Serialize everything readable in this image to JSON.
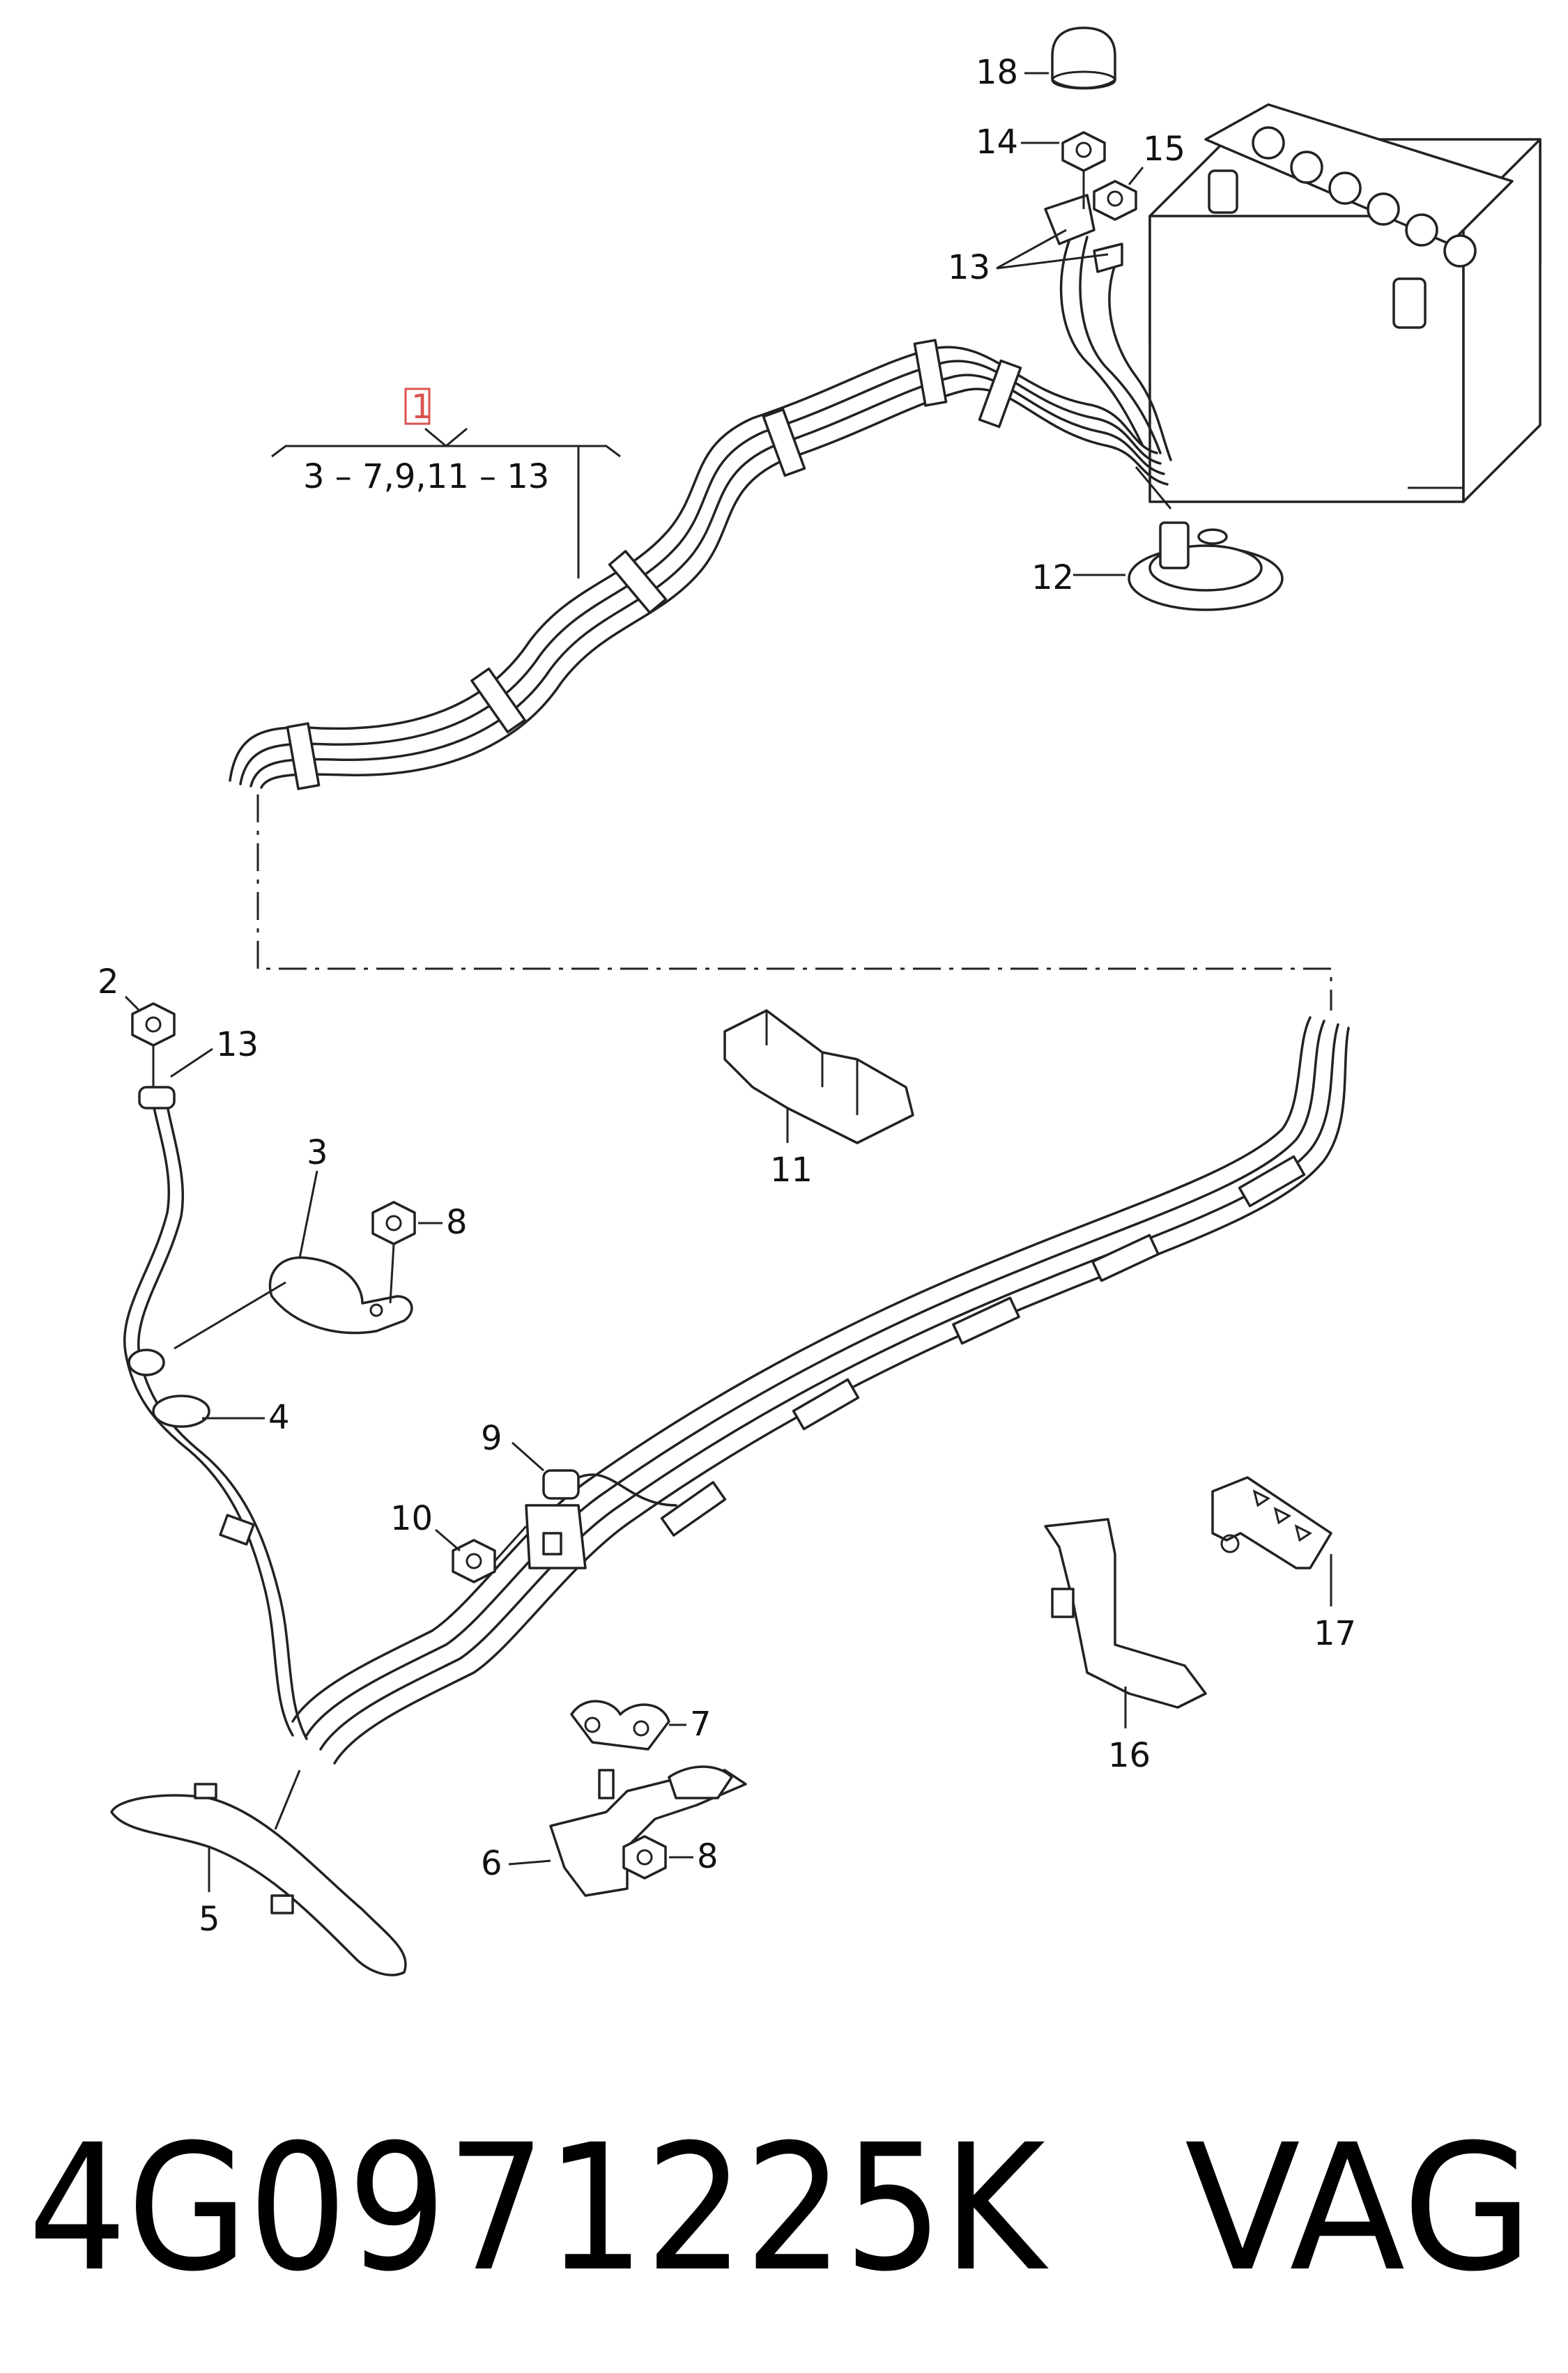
{
  "diagram": {
    "assembly_group": {
      "label": "1",
      "range": "3 – 7,9,11 – 13",
      "highlight_color": "#d9534f"
    },
    "callouts": [
      "2",
      "3",
      "4",
      "5",
      "6",
      "7",
      "8",
      "8",
      "9",
      "10",
      "11",
      "12",
      "13",
      "13",
      "14",
      "15",
      "16",
      "17",
      "18"
    ],
    "footer": {
      "part_number": "4G0971225K",
      "brand": "VAG"
    }
  }
}
